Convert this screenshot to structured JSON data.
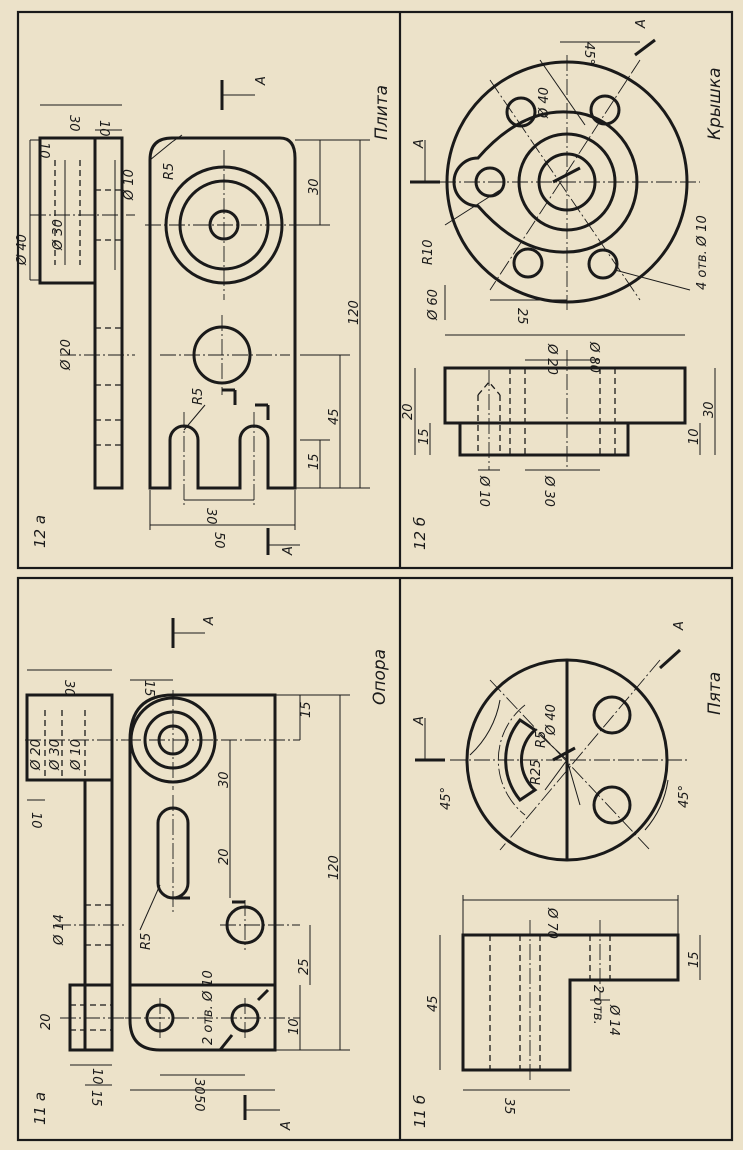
{
  "panels": {
    "p12a": {
      "number": "12 а",
      "title": "Плита",
      "section": "А",
      "dims": [
        "30",
        "10",
        "10",
        "Ø 40",
        "Ø 30",
        "Ø 10",
        "Ø 20",
        "R5",
        "30",
        "120",
        "45",
        "15",
        "R5",
        "30",
        "50"
      ]
    },
    "p12b": {
      "number": "12 б",
      "title": "Крышка",
      "section": "А",
      "dims": [
        "45°",
        "Ø 40",
        "R10",
        "4 отв. Ø 10",
        "Ø 60",
        "25",
        "Ø 80",
        "Ø 20",
        "20",
        "15",
        "30",
        "10",
        "Ø 10",
        "Ø 30"
      ]
    },
    "p11a": {
      "number": "11 а",
      "title": "Опора",
      "section": "А",
      "dims": [
        "30",
        "15",
        "Ø 20",
        "Ø 30",
        "Ø 10",
        "10",
        "15",
        "30",
        "20",
        "Ø 14",
        "R5",
        "20",
        "25",
        "10",
        "120",
        "2 отв. Ø 10",
        "10",
        "15",
        "30",
        "50"
      ]
    },
    "p11b": {
      "number": "11 б",
      "title": "Пята",
      "section": "А",
      "dims": [
        "45°",
        "R5",
        "Ø 40",
        "R25",
        "45°",
        "Ø 70",
        "45",
        "15",
        "2 отв.",
        "Ø 14",
        "35"
      ]
    }
  }
}
